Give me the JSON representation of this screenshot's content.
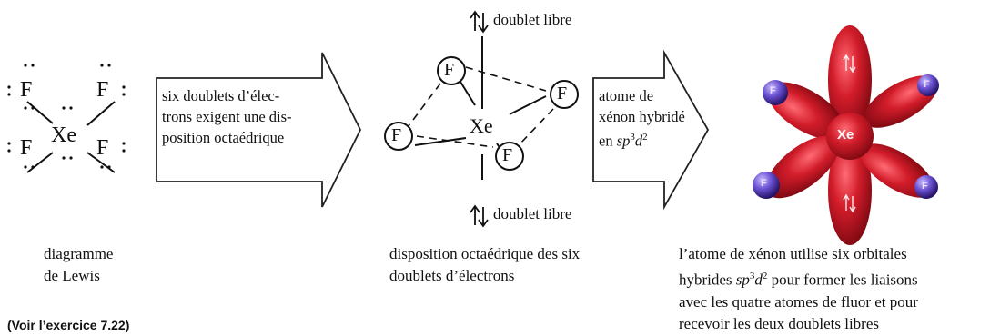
{
  "lewis": {
    "center": "Xe",
    "ligands": [
      "F",
      "F",
      "F",
      "F"
    ],
    "caption": [
      "diagramme",
      "de Lewis"
    ]
  },
  "arrow1": {
    "text": [
      "six doublets d’élec-",
      "trons exigent une dis-",
      "position octaédrique"
    ]
  },
  "octahedral": {
    "center": "Xe",
    "ligands": [
      "F",
      "F",
      "F",
      "F"
    ],
    "lone_pair_top": "doublet libre",
    "lone_pair_bottom": "doublet libre",
    "caption": [
      "disposition octaédrique des six",
      "doublets d’électrons"
    ]
  },
  "arrow2": {
    "text": [
      "atome de",
      "xénon hybridé",
      "en sp3d2"
    ]
  },
  "orbital_model": {
    "center": "Xe",
    "ligands": [
      "F",
      "F",
      "F",
      "F"
    ],
    "caption": [
      "l’atome de xénon utilise six orbitales",
      "hybrides sp3d2 pour former les liaisons",
      "avec les quatre atomes de fluor et pour",
      "recevoir les deux doublets libres"
    ]
  },
  "footnote": "(Voir l’exercice 7.22)",
  "colors": {
    "lobe": "#d21c2a",
    "lobe_dark": "#8c0a14",
    "fluorine": "#6a4fd0",
    "fluorine_dark": "#2d1a7a"
  }
}
